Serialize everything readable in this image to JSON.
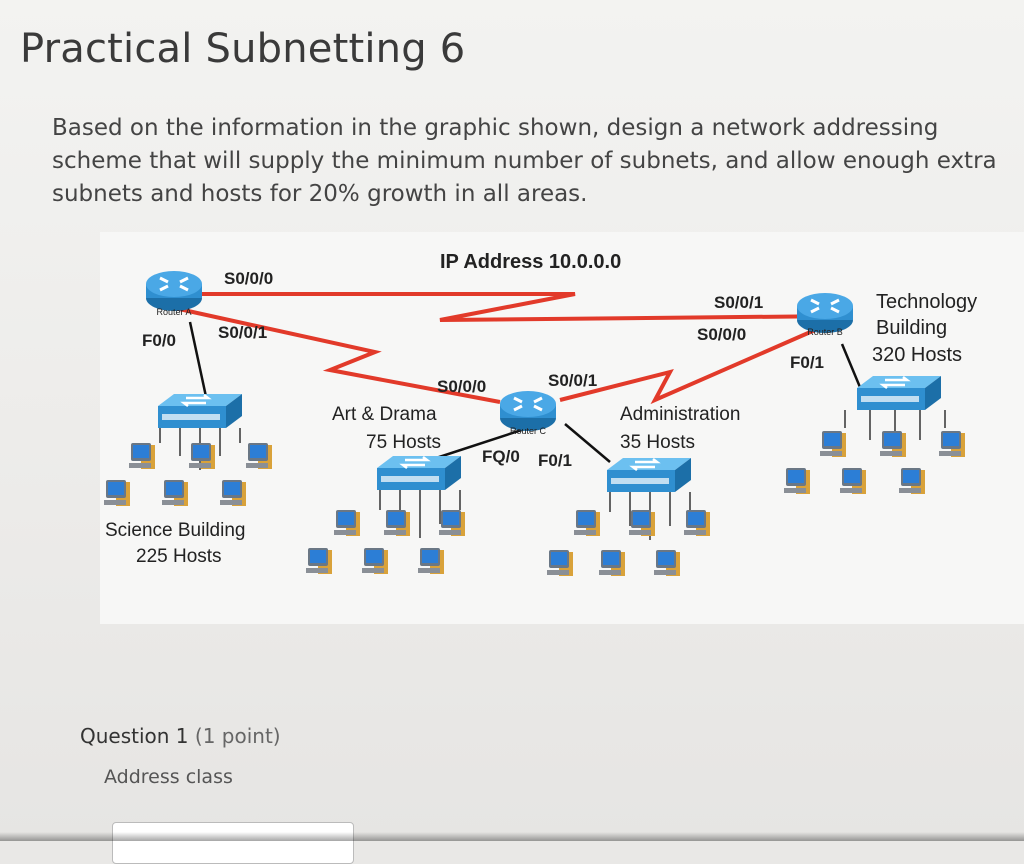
{
  "page": {
    "title": "Practical Subnetting 6",
    "description": "Based on the information in the graphic shown, design a network addressing scheme that will supply the minimum number of subnets, and allow enough extra subnets and hosts for 20% growth in all areas."
  },
  "diagram": {
    "ip_address": "IP Address 10.0.0.0",
    "router_a": {
      "name": "Router A",
      "s000": "S0/0/0",
      "s001": "S0/0/1",
      "f00": "F0/0"
    },
    "router_b": {
      "name": "Router B",
      "s001": "S0/0/1",
      "s000": "S0/0/0",
      "f01": "F0/1"
    },
    "router_c": {
      "name": "Router C",
      "s000": "S0/0/0",
      "s001": "S0/0/1",
      "f00": "FQ/0",
      "f01": "F0/1"
    },
    "science": {
      "name": "Science Building",
      "hosts": "225 Hosts"
    },
    "art": {
      "name": "Art & Drama",
      "hosts": "75 Hosts"
    },
    "admin": {
      "name": "Administration",
      "hosts": "35 Hosts"
    },
    "tech": {
      "line1": "Technology",
      "line2": "Building",
      "hosts": "320 Hosts"
    },
    "colors": {
      "router": "#2f8fd0",
      "link": "#e23a2a",
      "switch": "#3b9ad8",
      "pc_screen": "#2c7ed6",
      "pc_case": "#d9a23a"
    }
  },
  "question": {
    "label": "Question 1",
    "points": "(1 point)",
    "text": "Address class"
  }
}
